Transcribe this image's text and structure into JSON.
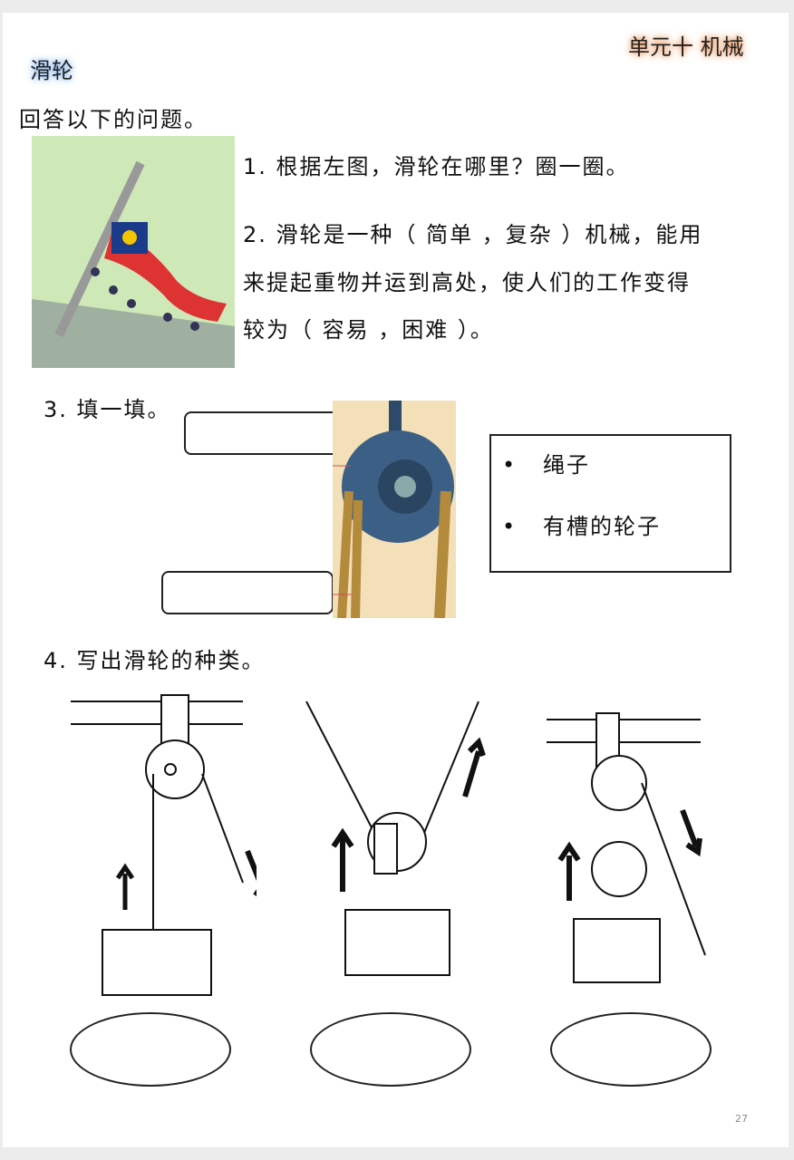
{
  "header": {
    "unit": "单元十 机械",
    "topic": "滑轮"
  },
  "instruction": "回答以下的问题。",
  "q1": "1. 根据左图，滑轮在哪里？圈一圈。",
  "q2": {
    "line1": "2. 滑轮是一种（ 简单 ，复杂 ）机械，能用",
    "line2": "来提起重物并运到高处，使人们的工作变得",
    "line3": "较为（ 容易 ，困难 ）。"
  },
  "q3": {
    "label": "3. 填一填。",
    "options": [
      "绳子",
      "有槽的轮子"
    ]
  },
  "q4": {
    "label": "4. 写出滑轮的种类。"
  },
  "page_number": "27"
}
